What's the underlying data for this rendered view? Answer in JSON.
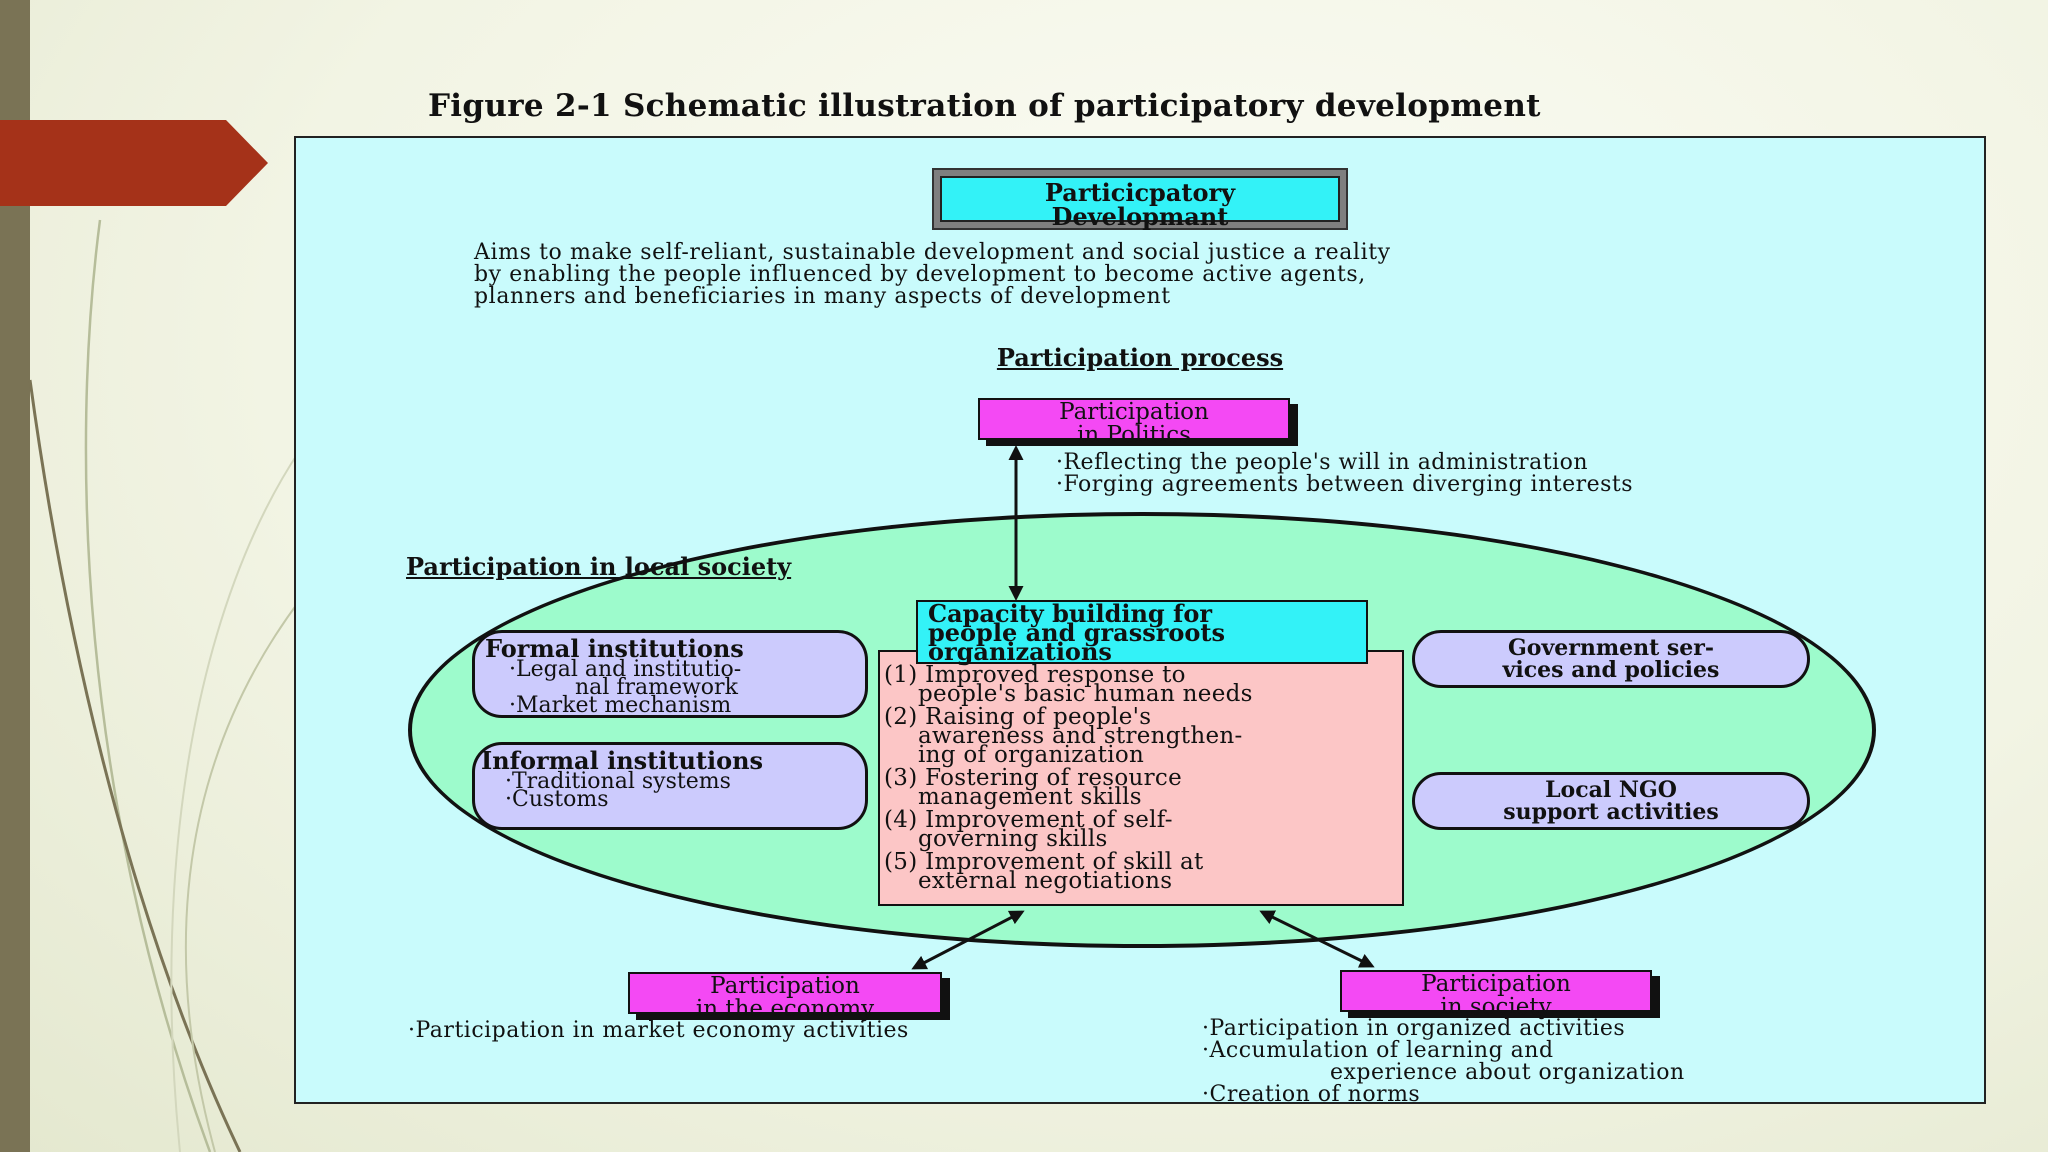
{
  "figure_title": "Figure 2-1  Schematic illustration of participatory development",
  "top_box": [
    "Particicpatory",
    "Developmant"
  ],
  "aims_lines": [
    "Aims to make self-reliant, sustainable development and social justice a reality",
    "by enabling the people influenced by development to become active agents,",
    "planners and beneficiaries in many aspects of development"
  ],
  "process_title": "Participation process",
  "politics_box": [
    "Participation",
    "in Politics"
  ],
  "politics_bullets": [
    "·Reflecting the people's will in administration",
    "·Forging agreements between diverging interests"
  ],
  "local_society_title": "Participation in local society",
  "formal": {
    "heading": "Formal institutions",
    "line1": "·Legal and institutio-",
    "line2": "nal framework",
    "line3": "·Market mechanism"
  },
  "informal": {
    "heading": "Informal institutions",
    "line1": "·Traditional systems",
    "line2": "·Customs"
  },
  "capacity_box": [
    "Capacity building for",
    "people and grassroots",
    "organizations"
  ],
  "capacity_items": [
    {
      "a": "(1) Improved response to",
      "b": "people's basic human needs"
    },
    {
      "a": "(2) Raising of people's",
      "b": "awareness and strengthen-",
      "c": "ing of organization"
    },
    {
      "a": "(3) Fostering of resource",
      "b": "management skills"
    },
    {
      "a": "(4) Improvement of self-",
      "b": "governing skills"
    },
    {
      "a": "(5) Improvement of skill at",
      "b": "external negotiations"
    }
  ],
  "government_box": [
    "Government ser-",
    "vices and policies"
  ],
  "ngo_box": [
    "Local NGO",
    "support activities"
  ],
  "economy_box": [
    "Participation",
    "in the economy"
  ],
  "economy_bullets": [
    "·Participation in market economy activities"
  ],
  "society_box": [
    "Participation",
    "in society"
  ],
  "society_bullets": {
    "l1": "·Participation in organized activities",
    "l2": "·Accumulation of learning and",
    "l3": "experience about organization",
    "l4": "·Creation of norms"
  },
  "colors": {
    "panel": "#c9fbfc",
    "ellipse": "#9dfbcc",
    "magenta": "#f449f4",
    "lavender": "#cccbfd",
    "cyan": "#33f2f7",
    "pink": "#fcc6c6",
    "accent_red": "#a53219"
  }
}
